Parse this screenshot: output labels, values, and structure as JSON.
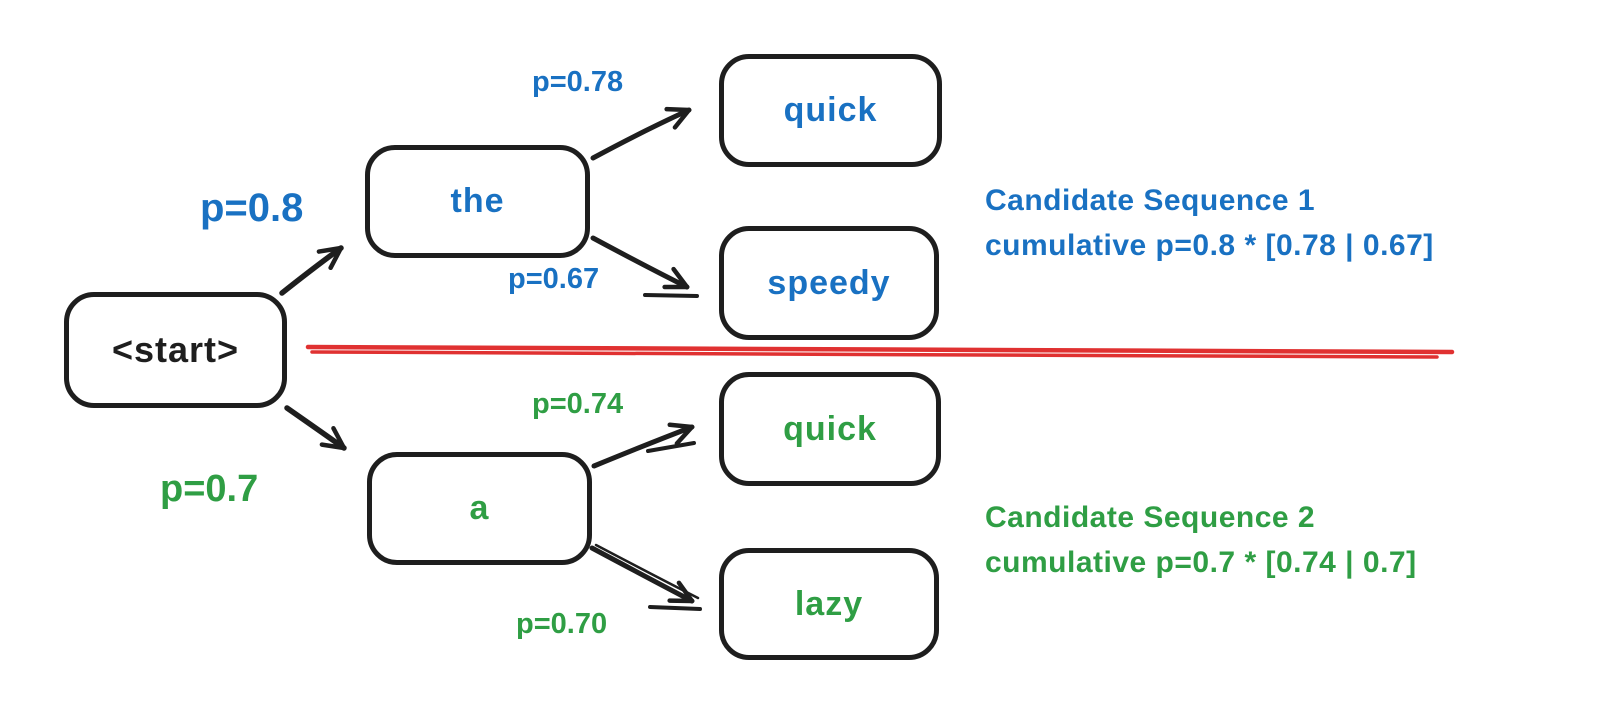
{
  "colors": {
    "ink": "#1e1e1e",
    "blue": "#1971c2",
    "green": "#2f9e44",
    "red": "#e03131",
    "background": "#ffffff"
  },
  "nodes": {
    "start": {
      "label": "<start>"
    },
    "the": {
      "label": "the"
    },
    "quick_top": {
      "label": "quick"
    },
    "speedy": {
      "label": "speedy"
    },
    "a": {
      "label": "a"
    },
    "quick_bottom": {
      "label": "quick"
    },
    "lazy": {
      "label": "lazy"
    }
  },
  "edge_labels": {
    "start_the": "p=0.8",
    "the_quick": "p=0.78",
    "the_speedy": "p=0.67",
    "start_a": "p=0.7",
    "a_quick": "p=0.74",
    "a_lazy": "p=0.70"
  },
  "annotations": {
    "sequence1": {
      "title": "Candidate Sequence 1",
      "detail": "cumulative p=0.8 * [0.78 | 0.67]"
    },
    "sequence2": {
      "title": "Candidate Sequence 2",
      "detail": "cumulative p=0.7 * [0.74 | 0.7]"
    }
  }
}
